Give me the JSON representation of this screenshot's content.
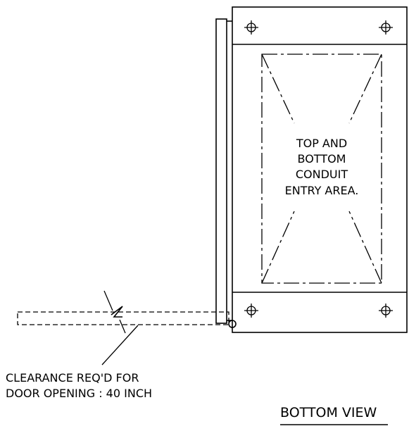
{
  "entry_area_label": {
    "line1": "TOP AND",
    "line2": "BOTTOM",
    "line3": "CONDUIT",
    "line4": "ENTRY AREA."
  },
  "clearance_note": {
    "line1": "CLEARANCE REQ'D FOR",
    "line2": "DOOR OPENING : 40 INCH"
  },
  "view_title": "BOTTOM VIEW",
  "icons": {
    "mounting_hole": "crosshair-circle-icon",
    "hinge": "hinge-circle-icon",
    "break_symbol": "break-line-icon"
  }
}
